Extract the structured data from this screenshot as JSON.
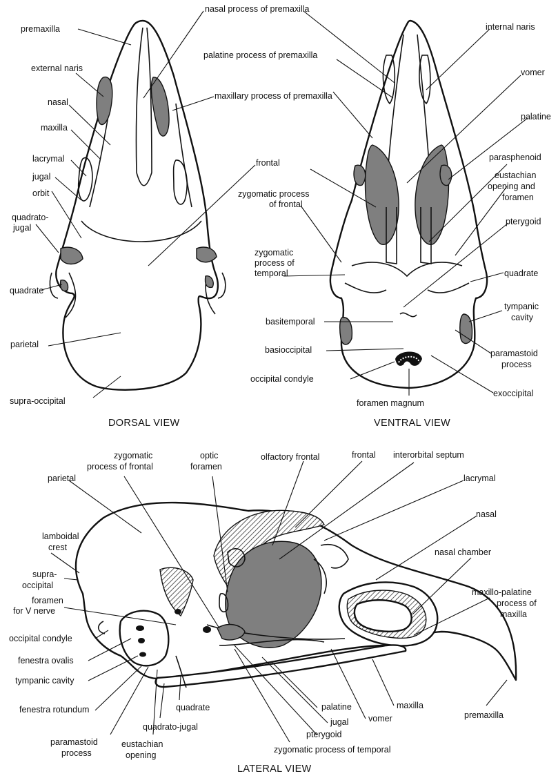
{
  "views": {
    "dorsal": "DORSAL VIEW",
    "ventral": "VENTRAL VIEW",
    "lateral": "LATERAL VIEW"
  },
  "dorsal_labels": {
    "premaxilla": "premaxilla",
    "nasal_process_of_premaxilla": "nasal process of premaxilla",
    "external_naris": "external naris",
    "nasal": "nasal",
    "maxillary_process_of_premaxilla": "maxillary process of premaxilla",
    "maxilla": "maxilla",
    "lacrymal": "lacrymal",
    "jugal": "jugal",
    "orbit": "orbit",
    "quadratojugal_1": "quadrato-",
    "quadratojugal_2": "jugal",
    "frontal": "frontal",
    "quadrate": "quadrate",
    "parietal": "parietal",
    "supra_occipital": "supra-occipital"
  },
  "ventral_labels": {
    "palatine_process_of_premaxilla": "palatine process of premaxilla",
    "internal_naris": "internal naris",
    "vomer": "vomer",
    "palatine": "palatine",
    "zygomatic_process_of_frontal_1": "zygomatic process",
    "zygomatic_process_of_frontal_2": "of frontal",
    "parasphenoid": "parasphenoid",
    "eustachian_1": "eustachian",
    "eustachian_2": "opening and",
    "eustachian_3": "foramen",
    "pterygoid": "pterygoid",
    "zygomatic_process_of_temporal_1": "zygomatic",
    "zygomatic_process_of_temporal_2": "process of",
    "zygomatic_process_of_temporal_3": "temporal",
    "quadrate": "quadrate",
    "tympanic_cavity_1": "tympanic",
    "tympanic_cavity_2": "cavity",
    "basitemporal": "basitemporal",
    "basioccipital": "basioccipital",
    "paramastoid_process_1": "paramastoid",
    "paramastoid_process_2": "process",
    "occipital_condyle": "occipital condyle",
    "foramen_magnum": "foramen magnum",
    "exoccipital": "exoccipital"
  },
  "lateral_labels": {
    "zygomatic_process_of_frontal_1": "zygomatic",
    "zygomatic_process_of_frontal_2": "process of frontal",
    "optic_foramen_1": "optic",
    "optic_foramen_2": "foramen",
    "olfactory_frontal": "olfactory frontal",
    "frontal": "frontal",
    "interorbital_septum": "interorbital septum",
    "parietal": "parietal",
    "lacrymal": "lacrymal",
    "nasal": "nasal",
    "lamboidal_crest_1": "lamboidal",
    "lamboidal_crest_2": "crest",
    "nasal_chamber": "nasal chamber",
    "supra_occipital_1": "supra-",
    "supra_occipital_2": "occipital",
    "foramen_for_v_nerve_1": "foramen",
    "foramen_for_v_nerve_2": "for V nerve",
    "maxillo_palatine_1": "maxillo-palatine",
    "maxillo_palatine_2": "process of",
    "maxillo_palatine_3": "maxilla",
    "occipital_condyle": "occipital condyle",
    "fenestra_ovalis": "fenestra ovalis",
    "tympanic_cavity": "tympanic cavity",
    "fenestra_rotundum": "fenestra rotundum",
    "palatine": "palatine",
    "maxilla": "maxilla",
    "vomer": "vomer",
    "jugal": "jugal",
    "premaxilla": "premaxilla",
    "quadrate": "quadrate",
    "quadrato_jugal": "quadrato-jugal",
    "paramastoid_process_1": "paramastoid",
    "paramastoid_process_2": "process",
    "eustachian_opening_1": "eustachian",
    "eustachian_opening_2": "opening",
    "pterygoid": "pterygoid",
    "zygomatic_process_of_temporal": "zygomatic process of temporal"
  }
}
